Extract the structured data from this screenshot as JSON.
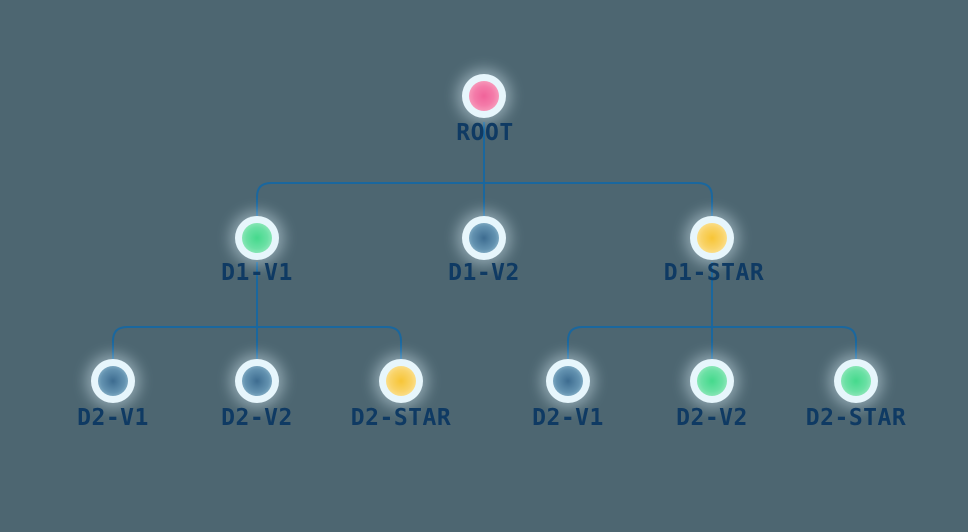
{
  "canvas": {
    "background_color": "#4d6671"
  },
  "palette": {
    "connector_line": "#1a679e",
    "label_text": "#0f3a63",
    "node_ring": "#e7f6fc",
    "pink": "#f0639a",
    "green": "#45d98c",
    "slate": "#3d6c90",
    "amber": "#f7c536"
  },
  "tree": {
    "root": {
      "label": "ROOT",
      "color": "pink"
    },
    "level1": [
      {
        "label": "D1-V1",
        "color": "green"
      },
      {
        "label": "D1-V2",
        "color": "slate"
      },
      {
        "label": "D1-STAR",
        "color": "amber"
      }
    ],
    "level2_left": [
      {
        "label": "D2-V1",
        "color": "slate"
      },
      {
        "label": "D2-V2",
        "color": "slate"
      },
      {
        "label": "D2-STAR",
        "color": "amber"
      }
    ],
    "level2_right": [
      {
        "label": "D2-V1",
        "color": "slate"
      },
      {
        "label": "D2-V2",
        "color": "green"
      },
      {
        "label": "D2-STAR",
        "color": "green"
      }
    ]
  }
}
